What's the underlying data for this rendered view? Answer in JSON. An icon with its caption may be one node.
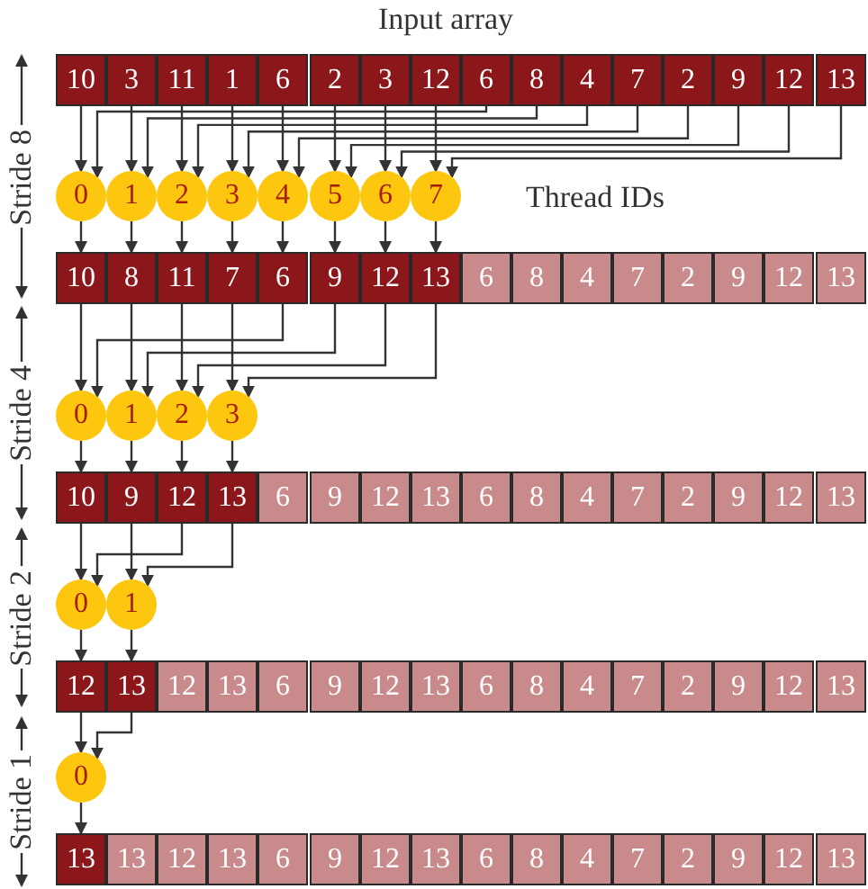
{
  "diagram": {
    "nodes": [
      {
        "text": [
          "10"
        ]
      },
      {
        "text": [
          "3"
        ]
      },
      {
        "text": [
          "11"
        ]
      },
      {
        "text": [
          "1"
        ]
      },
      {
        "text": [
          "6"
        ]
      },
      {
        "text": [
          "2"
        ]
      },
      {
        "text": [
          "3"
        ]
      },
      {
        "text": [
          "12"
        ]
      },
      {
        "text": [
          "6"
        ]
      },
      {
        "text": [
          "8"
        ]
      },
      {
        "text": [
          "4"
        ]
      },
      {
        "text": [
          "7"
        ]
      },
      {
        "text": [
          "2"
        ]
      },
      {
        "text": [
          "9"
        ]
      },
      {
        "text": [
          "12"
        ]
      },
      {
        "text": [
          "13"
        ]
      },
      {
        "text": [
          "0"
        ]
      },
      {
        "text": [
          "1"
        ]
      },
      {
        "text": [
          "2"
        ]
      },
      {
        "text": [
          "3"
        ]
      },
      {
        "text": [
          "4"
        ]
      },
      {
        "text": [
          "5"
        ]
      },
      {
        "text": [
          "6"
        ]
      },
      {
        "text": [
          "7"
        ]
      },
      {
        "text": [
          "10"
        ]
      },
      {
        "text": [
          "8"
        ]
      },
      {
        "text": [
          "11"
        ]
      },
      {
        "text": [
          "7"
        ]
      },
      {
        "text": [
          "6"
        ]
      },
      {
        "text": [
          "9"
        ]
      },
      {
        "text": [
          "12"
        ]
      },
      {
        "text": [
          "13"
        ]
      },
      {
        "text": [
          "6"
        ]
      },
      {
        "text": [
          "8"
        ]
      },
      {
        "text": [
          "4"
        ]
      },
      {
        "text": [
          "7"
        ]
      },
      {
        "text": [
          "2"
        ]
      },
      {
        "text": [
          "9"
        ]
      },
      {
        "text": [
          "12"
        ]
      },
      {
        "text": [
          "13"
        ]
      },
      {
        "text": [
          "0"
        ]
      },
      {
        "text": [
          "1"
        ]
      },
      {
        "text": [
          "2"
        ]
      },
      {
        "text": [
          "3"
        ]
      },
      {
        "text": [
          "10"
        ]
      },
      {
        "text": [
          "9"
        ]
      },
      {
        "text": [
          "12"
        ]
      },
      {
        "text": [
          "13"
        ]
      },
      {
        "text": [
          "6"
        ]
      },
      {
        "text": [
          "9"
        ]
      },
      {
        "text": [
          "12"
        ]
      },
      {
        "text": [
          "13"
        ]
      },
      {
        "text": [
          "6"
        ]
      },
      {
        "text": [
          "8"
        ]
      },
      {
        "text": [
          "4"
        ]
      },
      {
        "text": [
          "7"
        ]
      },
      {
        "text": [
          "2"
        ]
      },
      {
        "text": [
          "9"
        ]
      },
      {
        "text": [
          "12"
        ]
      },
      {
        "text": [
          "13"
        ]
      },
      {
        "text": [
          "0"
        ]
      },
      {
        "text": [
          "1"
        ]
      },
      {
        "text": [
          "12"
        ]
      },
      {
        "text": [
          "13"
        ]
      },
      {
        "text": [
          "12"
        ]
      },
      {
        "text": [
          "13"
        ]
      },
      {
        "text": [
          "6"
        ]
      },
      {
        "text": [
          "9"
        ]
      },
      {
        "text": [
          "12"
        ]
      },
      {
        "text": [
          "13"
        ]
      },
      {
        "text": [
          "6"
        ]
      },
      {
        "text": [
          "8"
        ]
      },
      {
        "text": [
          "4"
        ]
      },
      {
        "text": [
          "7"
        ]
      },
      {
        "text": [
          "2"
        ]
      },
      {
        "text": [
          "9"
        ]
      },
      {
        "text": [
          "12"
        ]
      },
      {
        "text": [
          "13"
        ]
      },
      {
        "text": [
          "0"
        ]
      },
      {
        "text": [
          "13"
        ]
      },
      {
        "text": [
          "13"
        ]
      },
      {
        "text": [
          "12"
        ]
      },
      {
        "text": [
          "13"
        ]
      },
      {
        "text": [
          "6"
        ]
      },
      {
        "text": [
          "9"
        ]
      },
      {
        "text": [
          "12"
        ]
      },
      {
        "text": [
          "13"
        ]
      },
      {
        "text": [
          "6"
        ]
      },
      {
        "text": [
          "8"
        ]
      },
      {
        "text": [
          "4"
        ]
      },
      {
        "text": [
          "7"
        ]
      },
      {
        "text": [
          "2"
        ]
      },
      {
        "text": [
          "9"
        ]
      },
      {
        "text": [
          "12"
        ]
      },
      {
        "text": [
          "13"
        ]
      }
    ],
    "edges": [
      {
        "from": 0,
        "to": 16,
        "arrow": "to"
      },
      {
        "from": 8,
        "to": 16,
        "arrow": "to"
      },
      {
        "from": 1,
        "to": 17,
        "arrow": "to"
      },
      {
        "from": 9,
        "to": 17,
        "arrow": "to"
      },
      {
        "from": 2,
        "to": 18,
        "arrow": "to"
      },
      {
        "from": 10,
        "to": 18,
        "arrow": "to"
      },
      {
        "from": 3,
        "to": 19,
        "arrow": "to"
      },
      {
        "from": 11,
        "to": 19,
        "arrow": "to"
      },
      {
        "from": 4,
        "to": 20,
        "arrow": "to"
      },
      {
        "from": 12,
        "to": 20,
        "arrow": "to"
      },
      {
        "from": 5,
        "to": 21,
        "arrow": "to"
      },
      {
        "from": 13,
        "to": 21,
        "arrow": "to"
      },
      {
        "from": 6,
        "to": 22,
        "arrow": "to"
      },
      {
        "from": 14,
        "to": 22,
        "arrow": "to"
      },
      {
        "from": 7,
        "to": 23,
        "arrow": "to"
      },
      {
        "from": 15,
        "to": 23,
        "arrow": "to"
      },
      {
        "from": 16,
        "to": 24,
        "arrow": "to"
      },
      {
        "from": 17,
        "to": 25,
        "arrow": "to"
      },
      {
        "from": 18,
        "to": 26,
        "arrow": "to"
      },
      {
        "from": 19,
        "to": 27,
        "arrow": "to"
      },
      {
        "from": 20,
        "to": 28,
        "arrow": "to"
      },
      {
        "from": 21,
        "to": 29,
        "arrow": "to"
      },
      {
        "from": 22,
        "to": 30,
        "arrow": "to"
      },
      {
        "from": 23,
        "to": 31,
        "arrow": "to"
      },
      {
        "from": 24,
        "to": 40,
        "arrow": "to"
      },
      {
        "from": 28,
        "to": 40,
        "arrow": "to"
      },
      {
        "from": 25,
        "to": 41,
        "arrow": "to"
      },
      {
        "from": 29,
        "to": 41,
        "arrow": "to"
      },
      {
        "from": 26,
        "to": 42,
        "arrow": "to"
      },
      {
        "from": 30,
        "to": 42,
        "arrow": "to"
      },
      {
        "from": 27,
        "to": 43,
        "arrow": "to"
      },
      {
        "from": 31,
        "to": 43,
        "arrow": "to"
      },
      {
        "from": 40,
        "to": 44,
        "arrow": "to"
      },
      {
        "from": 41,
        "to": 45,
        "arrow": "to"
      },
      {
        "from": 42,
        "to": 46,
        "arrow": "to"
      },
      {
        "from": 43,
        "to": 47,
        "arrow": "to"
      },
      {
        "from": 44,
        "to": 60,
        "arrow": "to"
      },
      {
        "from": 46,
        "to": 60,
        "arrow": "to"
      },
      {
        "from": 45,
        "to": 61,
        "arrow": "to"
      },
      {
        "from": 47,
        "to": 61,
        "arrow": "to"
      },
      {
        "from": 60,
        "to": 62,
        "arrow": "to"
      },
      {
        "from": 61,
        "to": 63,
        "arrow": "to"
      },
      {
        "from": 62,
        "to": 78,
        "arrow": "to"
      },
      {
        "from": 63,
        "to": 78,
        "arrow": "to"
      },
      {
        "from": 78,
        "to": 79,
        "arrow": "to"
      }
    ],
    "labels": [
      "Input array",
      "Thread IDs",
      "Stride 8",
      "Stride 4",
      "Stride 2",
      "Stride 1"
    ]
  }
}
